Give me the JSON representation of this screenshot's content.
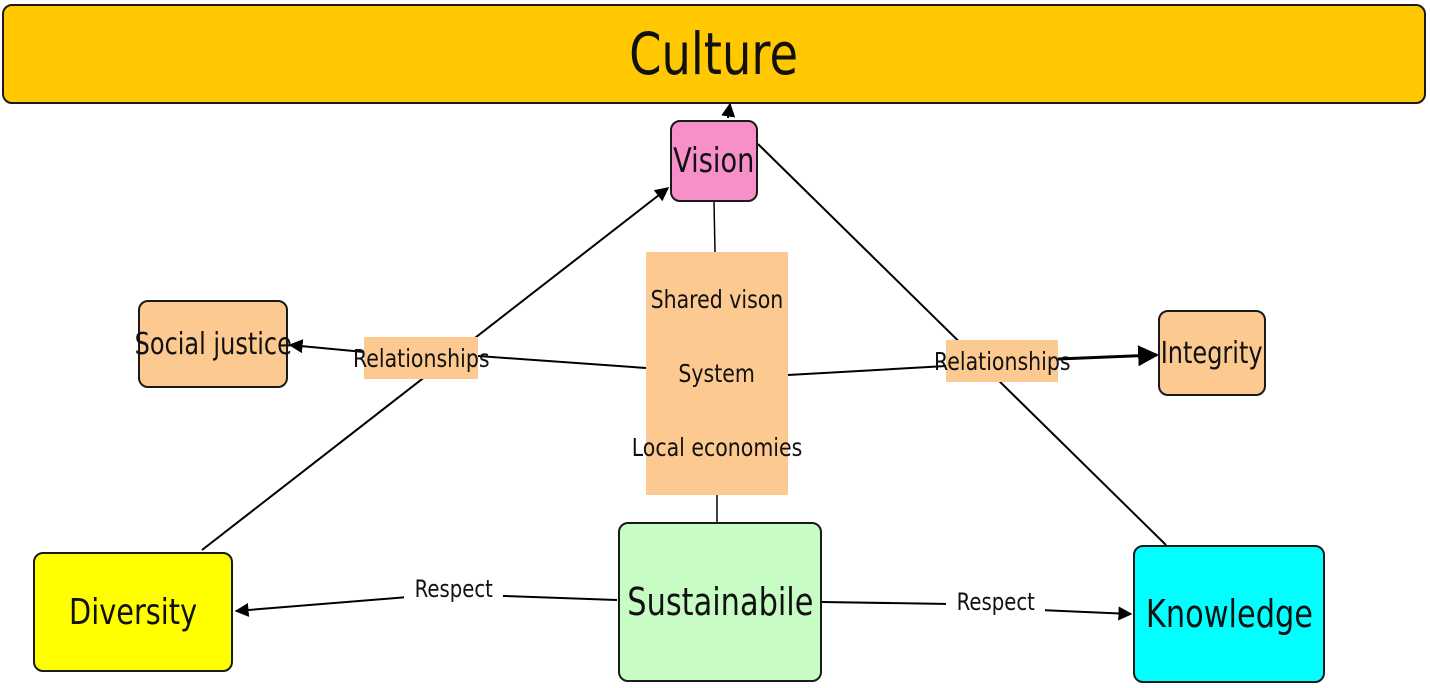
{
  "colors": {
    "culture": "#ffc800",
    "vision": "#f78fc8",
    "social_justice": "#fcc990",
    "integrity": "#fcc990",
    "diversity": "#ffff00",
    "sustainable": "#c7fdc5",
    "knowledge": "#00ffff",
    "linking_phrase_fill": "#fcc990",
    "edge": "#000000"
  },
  "nodes": {
    "culture": "Culture",
    "vision": "Vision",
    "social_justice": "Social justice",
    "integrity": "Integrity",
    "diversity": "Diversity",
    "sustainable": "Sustainabile",
    "knowledge": "Knowledge"
  },
  "linking_phrases": {
    "relationships_left": "Relationships",
    "relationships_right": "Relationships",
    "respect_left": "Respect",
    "respect_right": "Respect"
  },
  "center_cluster": [
    "Shared vison",
    "System",
    "Local economies"
  ]
}
